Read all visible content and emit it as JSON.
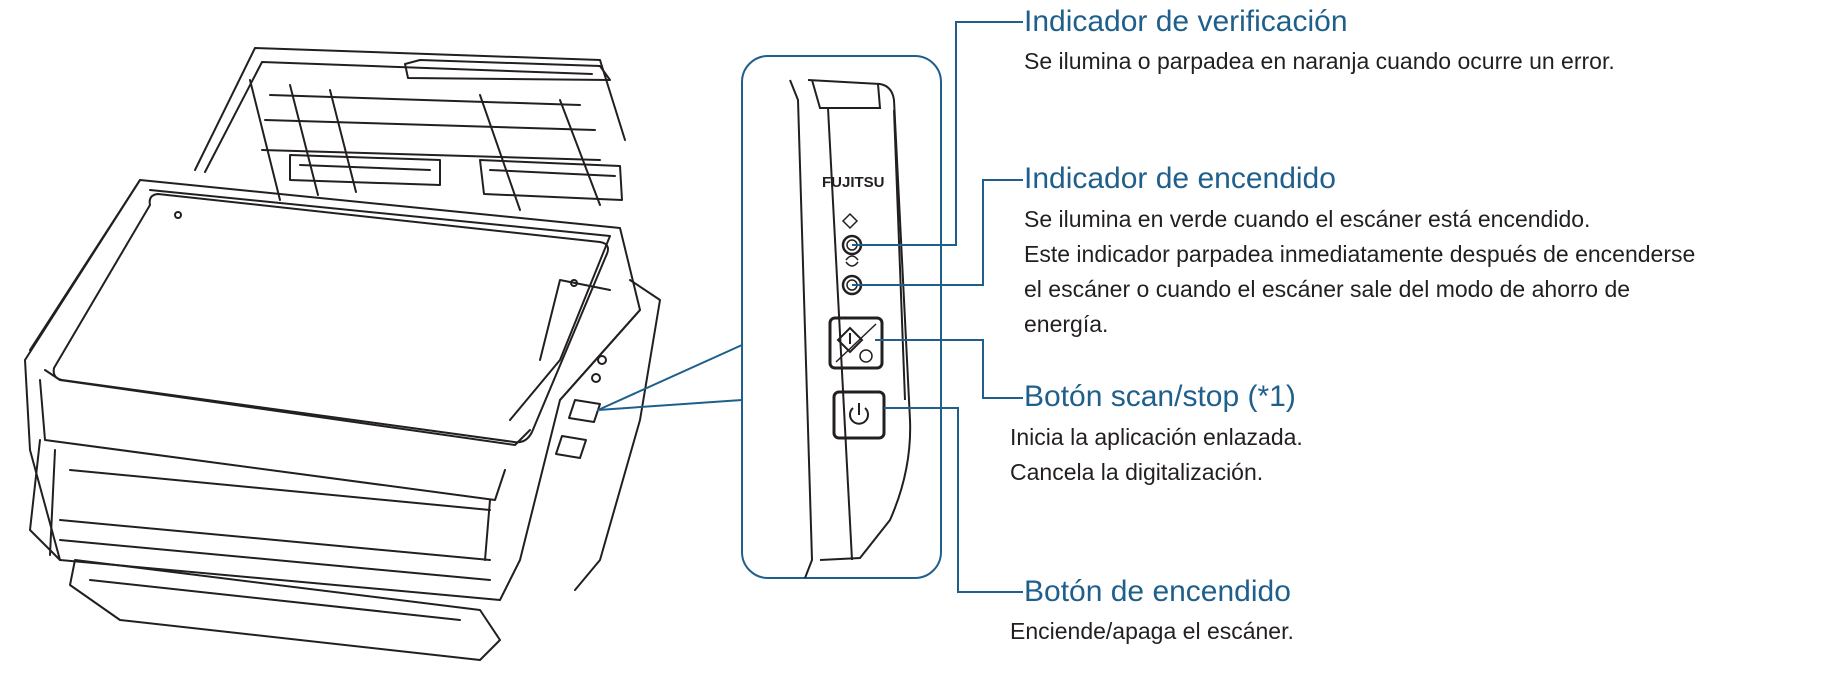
{
  "colors": {
    "callout": "#1f5f8b",
    "outline": "#231f20",
    "panel_border": "#1f5f8b"
  },
  "brand": "FUJITSU",
  "callouts": [
    {
      "title": "Indicador de verificación",
      "lines": [
        "Se ilumina o parpadea en naranja cuando ocurre un error."
      ]
    },
    {
      "title": "Indicador de encendido",
      "lines": [
        "Se ilumina en verde cuando el escáner está encendido.",
        "Este indicador parpadea inmediatamente después de encenderse",
        "el escáner o cuando el escáner sale del modo de ahorro de",
        "energía."
      ]
    },
    {
      "title": "Botón scan/stop (*1)",
      "lines": [
        "Inicia la aplicación enlazada.",
        "Cancela la digitalización."
      ]
    },
    {
      "title": "Botón de encendido",
      "lines": [
        "Enciende/apaga el escáner."
      ]
    }
  ]
}
